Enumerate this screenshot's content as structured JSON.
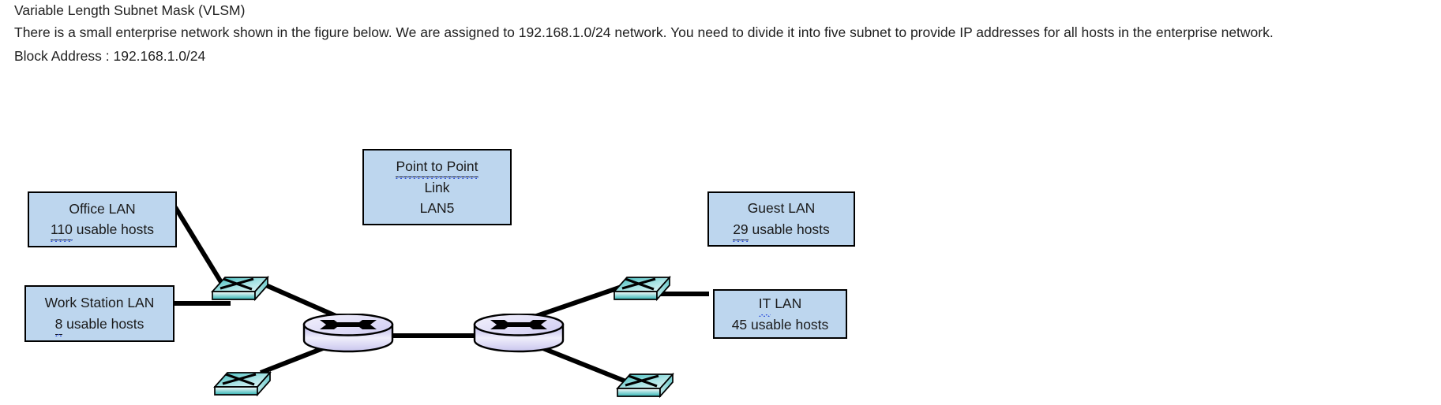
{
  "document": {
    "title": "Variable Length Subnet Mask (VLSM)",
    "body": "There is a small enterprise network shown in the figure below. We are assigned to 192.168.1.0/24 network. You need to divide it into five subnet to provide IP addresses for all hosts in the enterprise network.",
    "block_address": "Block Address : 192.168.1.0/24"
  },
  "diagram": {
    "type": "network-topology",
    "colors": {
      "box_fill": "#bdd6ee",
      "box_border": "#000000",
      "link": "#000000",
      "switch_top": "#7fd4d4",
      "switch_body": "#2fb3b3",
      "router_fill": "#d9d6f2",
      "spellcheck_squiggle": "#2b4ddb",
      "text": "#1a1a1a"
    },
    "nodes": [
      {
        "id": "office-lan",
        "kind": "lan-label",
        "lines": [
          "Office LAN",
          "110 usable hosts"
        ],
        "name": "Office LAN",
        "hosts": 110,
        "misspelled_token": "110"
      },
      {
        "id": "workstation-lan",
        "kind": "lan-label",
        "lines": [
          "Work Station LAN",
          "8 usable hosts"
        ],
        "name": "Work Station LAN",
        "hosts": 8,
        "misspelled_token": "8"
      },
      {
        "id": "point-to-point-link",
        "kind": "lan-label",
        "lines": [
          "Point to Point",
          "Link",
          "LAN5"
        ],
        "name": "Point to Point Link",
        "subnet_label": "LAN5",
        "misspelled_token": "Point to Point"
      },
      {
        "id": "guest-lan",
        "kind": "lan-label",
        "lines": [
          "Guest LAN",
          "29 usable hosts"
        ],
        "name": "Guest LAN",
        "hosts": 29,
        "misspelled_token": "29"
      },
      {
        "id": "it-lan",
        "kind": "lan-label",
        "lines": [
          "IT LAN",
          "45 usable hosts"
        ],
        "name": "IT LAN",
        "hosts": 45,
        "misspelled_token": "IT"
      },
      {
        "id": "switch-office",
        "kind": "switch",
        "icon": "network-switch-icon"
      },
      {
        "id": "switch-workstation",
        "kind": "switch",
        "icon": "network-switch-icon"
      },
      {
        "id": "switch-guest",
        "kind": "switch",
        "icon": "network-switch-icon"
      },
      {
        "id": "switch-it",
        "kind": "switch",
        "icon": "network-switch-icon"
      },
      {
        "id": "router-left",
        "kind": "router",
        "icon": "router-icon"
      },
      {
        "id": "router-right",
        "kind": "router",
        "icon": "router-icon"
      }
    ],
    "edges": [
      {
        "from": "office-lan",
        "to": "switch-office"
      },
      {
        "from": "switch-office",
        "to": "router-left"
      },
      {
        "from": "workstation-lan",
        "to": "switch-workstation"
      },
      {
        "from": "switch-workstation",
        "to": "router-left"
      },
      {
        "from": "router-left",
        "to": "router-right"
      },
      {
        "from": "router-right",
        "to": "switch-guest"
      },
      {
        "from": "switch-guest",
        "to": "guest-lan"
      },
      {
        "from": "router-right",
        "to": "switch-it"
      },
      {
        "from": "switch-it",
        "to": "it-lan"
      }
    ]
  },
  "labels": {
    "office_line1": "Office LAN",
    "office_num": "110",
    "office_line2_rest": " usable hosts",
    "ws_line1": "Work Station LAN",
    "ws_num": "8",
    "ws_line2_rest": " usable hosts",
    "p2p_line1": "Point to Point",
    "p2p_line2": "Link",
    "p2p_line3": "LAN5",
    "guest_line1": "Guest LAN",
    "guest_num": "29",
    "guest_line2_rest": " usable hosts",
    "it_word": "IT",
    "it_rest": " LAN",
    "it_line2": "45 usable hosts"
  }
}
